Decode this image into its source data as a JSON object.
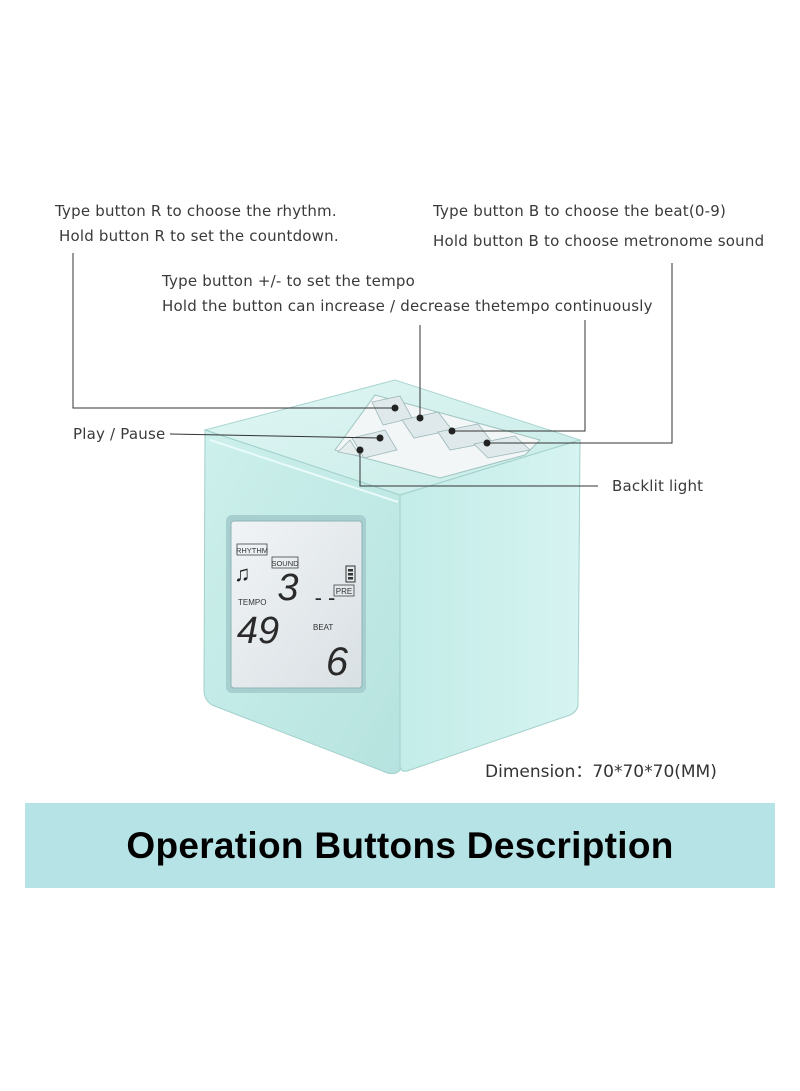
{
  "callouts": {
    "rhythm_line1": "Type button R to choose the rhythm.",
    "rhythm_line2": "Hold button R to set the countdown.",
    "beat_line1": "Type button B to choose the beat(0-9)",
    "beat_line2": "Hold button B to choose metronome sound",
    "tempo_line1": "Type button +/- to set the tempo",
    "tempo_line2": "Hold the button can increase / decrease thetempo continuously",
    "play_pause": "Play / Pause",
    "backlit": "Backlit light"
  },
  "dimension": "Dimension：70*70*70(MM)",
  "banner_title": "Operation Buttons Description",
  "display": {
    "rhythm_tag": "RHYTHM",
    "sound_tag": "SOUND",
    "pre_tag": "PRE",
    "tempo_label": "TEMPO",
    "beat_label": "BEAT",
    "sound_value": "3",
    "dashes": "- -",
    "tempo_value": "49",
    "beat_value": "6",
    "note_glyph": "♫"
  },
  "colors": {
    "cube_body": "#c4ece9",
    "banner": "#b5e3e6"
  }
}
